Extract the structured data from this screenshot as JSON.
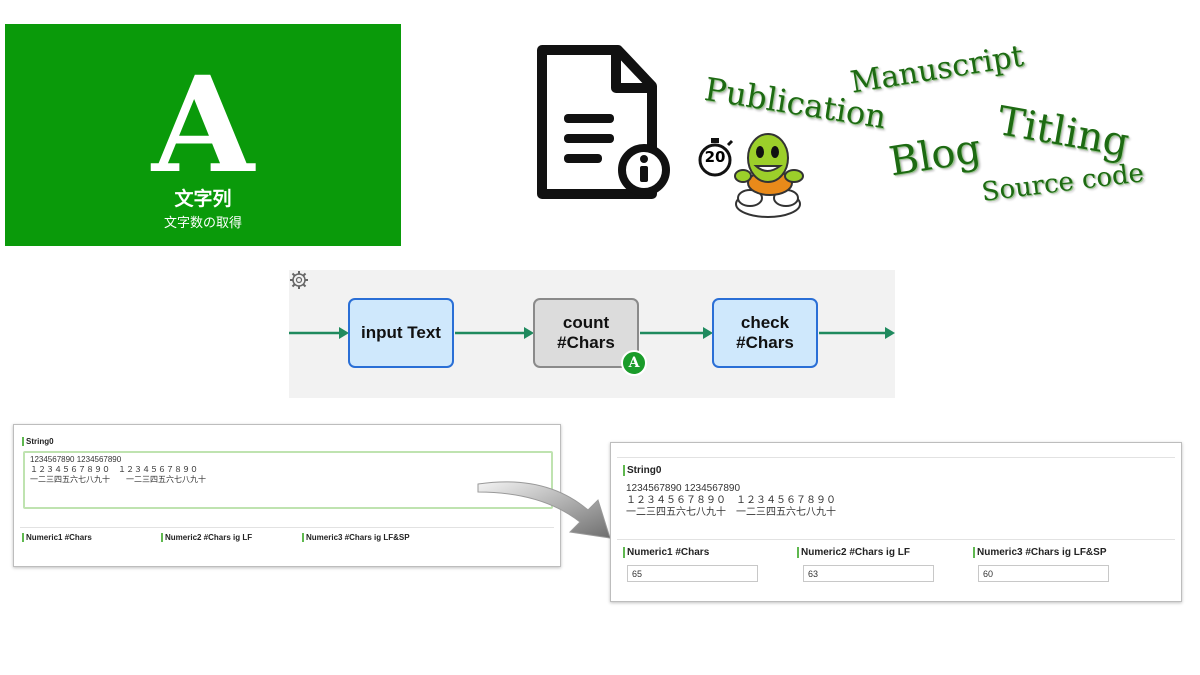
{
  "tile": {
    "letter": "A",
    "title": "文字列",
    "subtitle": "文字数の取得",
    "color": "#0a9a0a"
  },
  "badges": {
    "timer_value": "20",
    "doc_icon": "document-info-icon",
    "mascot": "turtle-mascot"
  },
  "word_cloud": [
    "Publication",
    "Manuscript",
    "Blog",
    "Titling",
    "Source code"
  ],
  "workflow": {
    "nodes": [
      {
        "label": "input Text"
      },
      {
        "label_line1": "count",
        "label_line2": "#Chars"
      },
      {
        "label_line1": "check",
        "label_line2": "#Chars"
      }
    ],
    "badge_letter": "A",
    "arrow_color": "#1f8a5e"
  },
  "form_before": {
    "string_label": "String0",
    "string_lines": [
      "1234567890 1234567890",
      "１２３４５６７８９０　１２３４５６７８９０",
      "一二三四五六七八九十　　一二三四五六七八九十"
    ],
    "numeric_labels": [
      "Numeric1 #Chars",
      "Numeric2 #Chars ig LF",
      "Numeric3 #Chars ig LF&SP"
    ]
  },
  "form_after": {
    "string_label": "String0",
    "string_lines": [
      "1234567890 1234567890",
      "１２３４５６７８９０　１２３４５６７８９０",
      "一二三四五六七八九十　一二三四五六七八九十"
    ],
    "numeric_labels": [
      "Numeric1 #Chars",
      "Numeric2 #Chars ig LF",
      "Numeric3 #Chars ig LF&SP"
    ],
    "numeric_values": [
      "65",
      "63",
      "60"
    ]
  }
}
